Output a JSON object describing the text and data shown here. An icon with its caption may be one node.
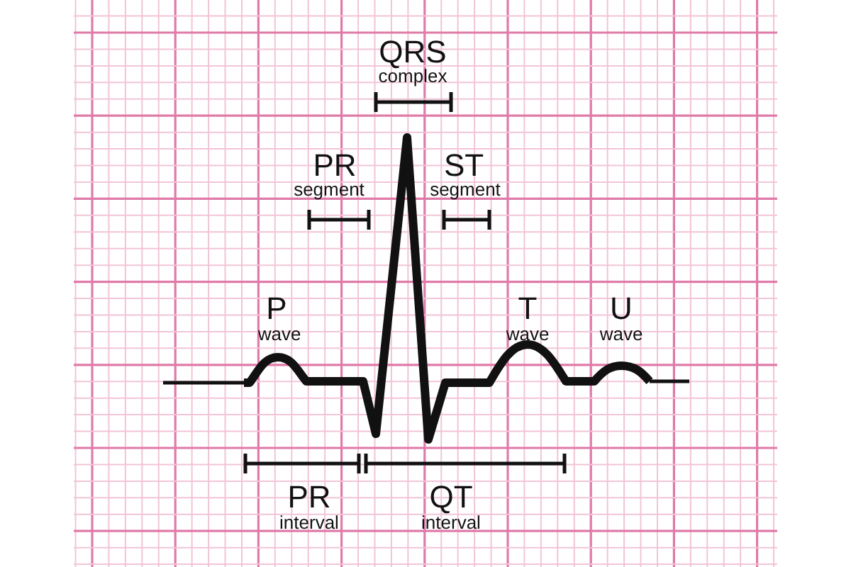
{
  "diagram": {
    "labels": [
      "QRS",
      "complex",
      "PR",
      "segment",
      "ST",
      "segment",
      "P",
      "wave",
      "T",
      "wave",
      "U",
      "wave",
      "PR",
      "interval",
      "QT",
      "interval"
    ]
  }
}
